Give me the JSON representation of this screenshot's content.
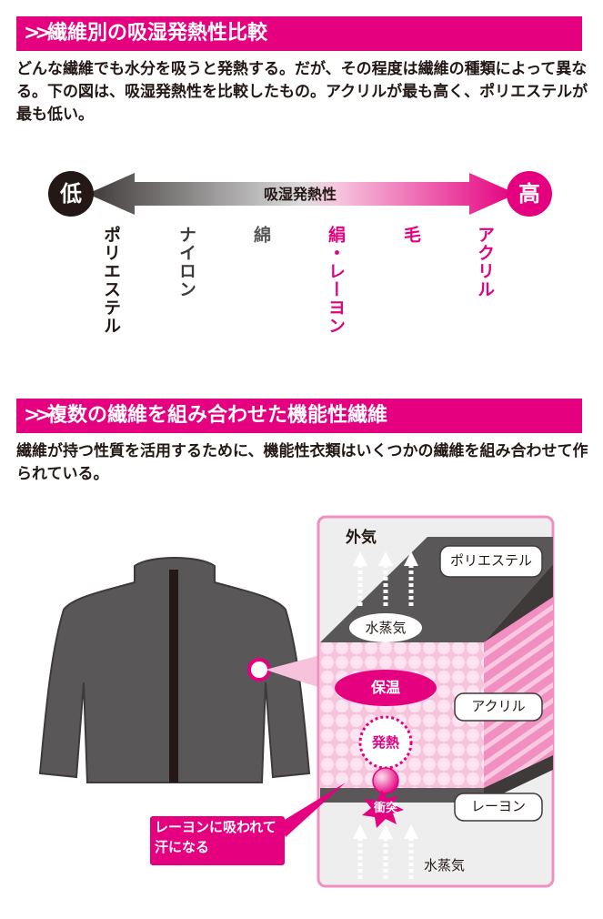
{
  "section1": {
    "heading": "繊維別の吸湿発熱性比較",
    "paragraph": "どんな繊維でも水分を吸うと発熱する。だが、その程度は繊維の種類によって異なる。下の図は、吸湿発熱性を比較したもの。アクリルが最も高く、ポリエステルが最も低い。",
    "scale": {
      "low_label": "低",
      "high_label": "高",
      "axis_label": "吸湿発熱性",
      "fibers": [
        {
          "label": "ポリエステル",
          "color": "#231815"
        },
        {
          "label": "ナイロン",
          "color": "#3e3a39"
        },
        {
          "label": "綿",
          "color": "#595757"
        },
        {
          "label": "絹・レーヨン",
          "color": "#e4007f"
        },
        {
          "label": "毛",
          "color": "#e4007f"
        },
        {
          "label": "アクリル",
          "color": "#e4007f"
        }
      ]
    }
  },
  "section2": {
    "heading": "複数の繊維を組み合わせた機能性繊維",
    "paragraph": "繊維が持つ性質を活用するために、機能性衣類はいくつかの繊維を組み合わせて作られている。",
    "diagram": {
      "outside_air": "外気",
      "layer_top": "ポリエステル",
      "layer_mid": "アクリル",
      "layer_bottom": "レーヨン",
      "vapor_top": "水蒸気",
      "vapor_bottom": "水蒸気",
      "insulation": "保温",
      "heat": "発熱",
      "collision": "衝突",
      "callout": "レーヨンに吸われて汗になる"
    }
  },
  "colors": {
    "accent": "#e4007f",
    "dark": "#231815",
    "gray": "#595757",
    "light_pink": "#f9d5e7"
  }
}
